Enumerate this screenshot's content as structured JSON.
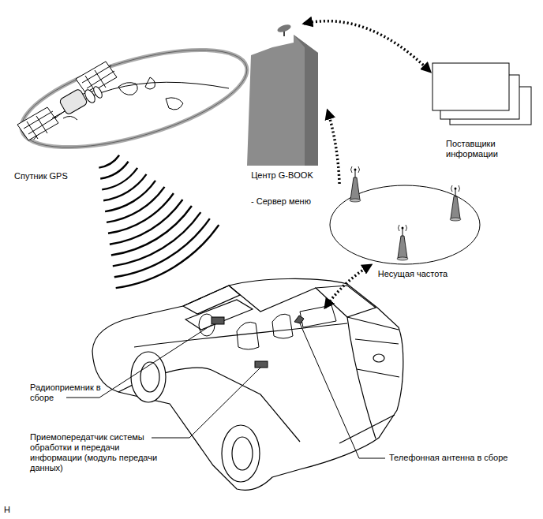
{
  "diagram": {
    "nodes": [
      {
        "text": [
          "Центр G-BOOK",
          "- Сервер меню"
        ]
      },
      {
        "text": [
          "Поставщики информации"
        ]
      },
      {
        "text": [
          "Несущая частота"
        ]
      }
    ],
    "edges": [
      {
        "from": 0,
        "to": 1,
        "arrow": "both"
      },
      {
        "from": 2,
        "to": 0,
        "arrow": "to"
      }
    ],
    "labels": [
      "Спутник GPS",
      "Радиоприемник в сборе",
      "Приемопередатчик системы обработки и передачи информации (модуль передачи данных)",
      "Телефонная антенна в сборе",
      "H"
    ]
  }
}
